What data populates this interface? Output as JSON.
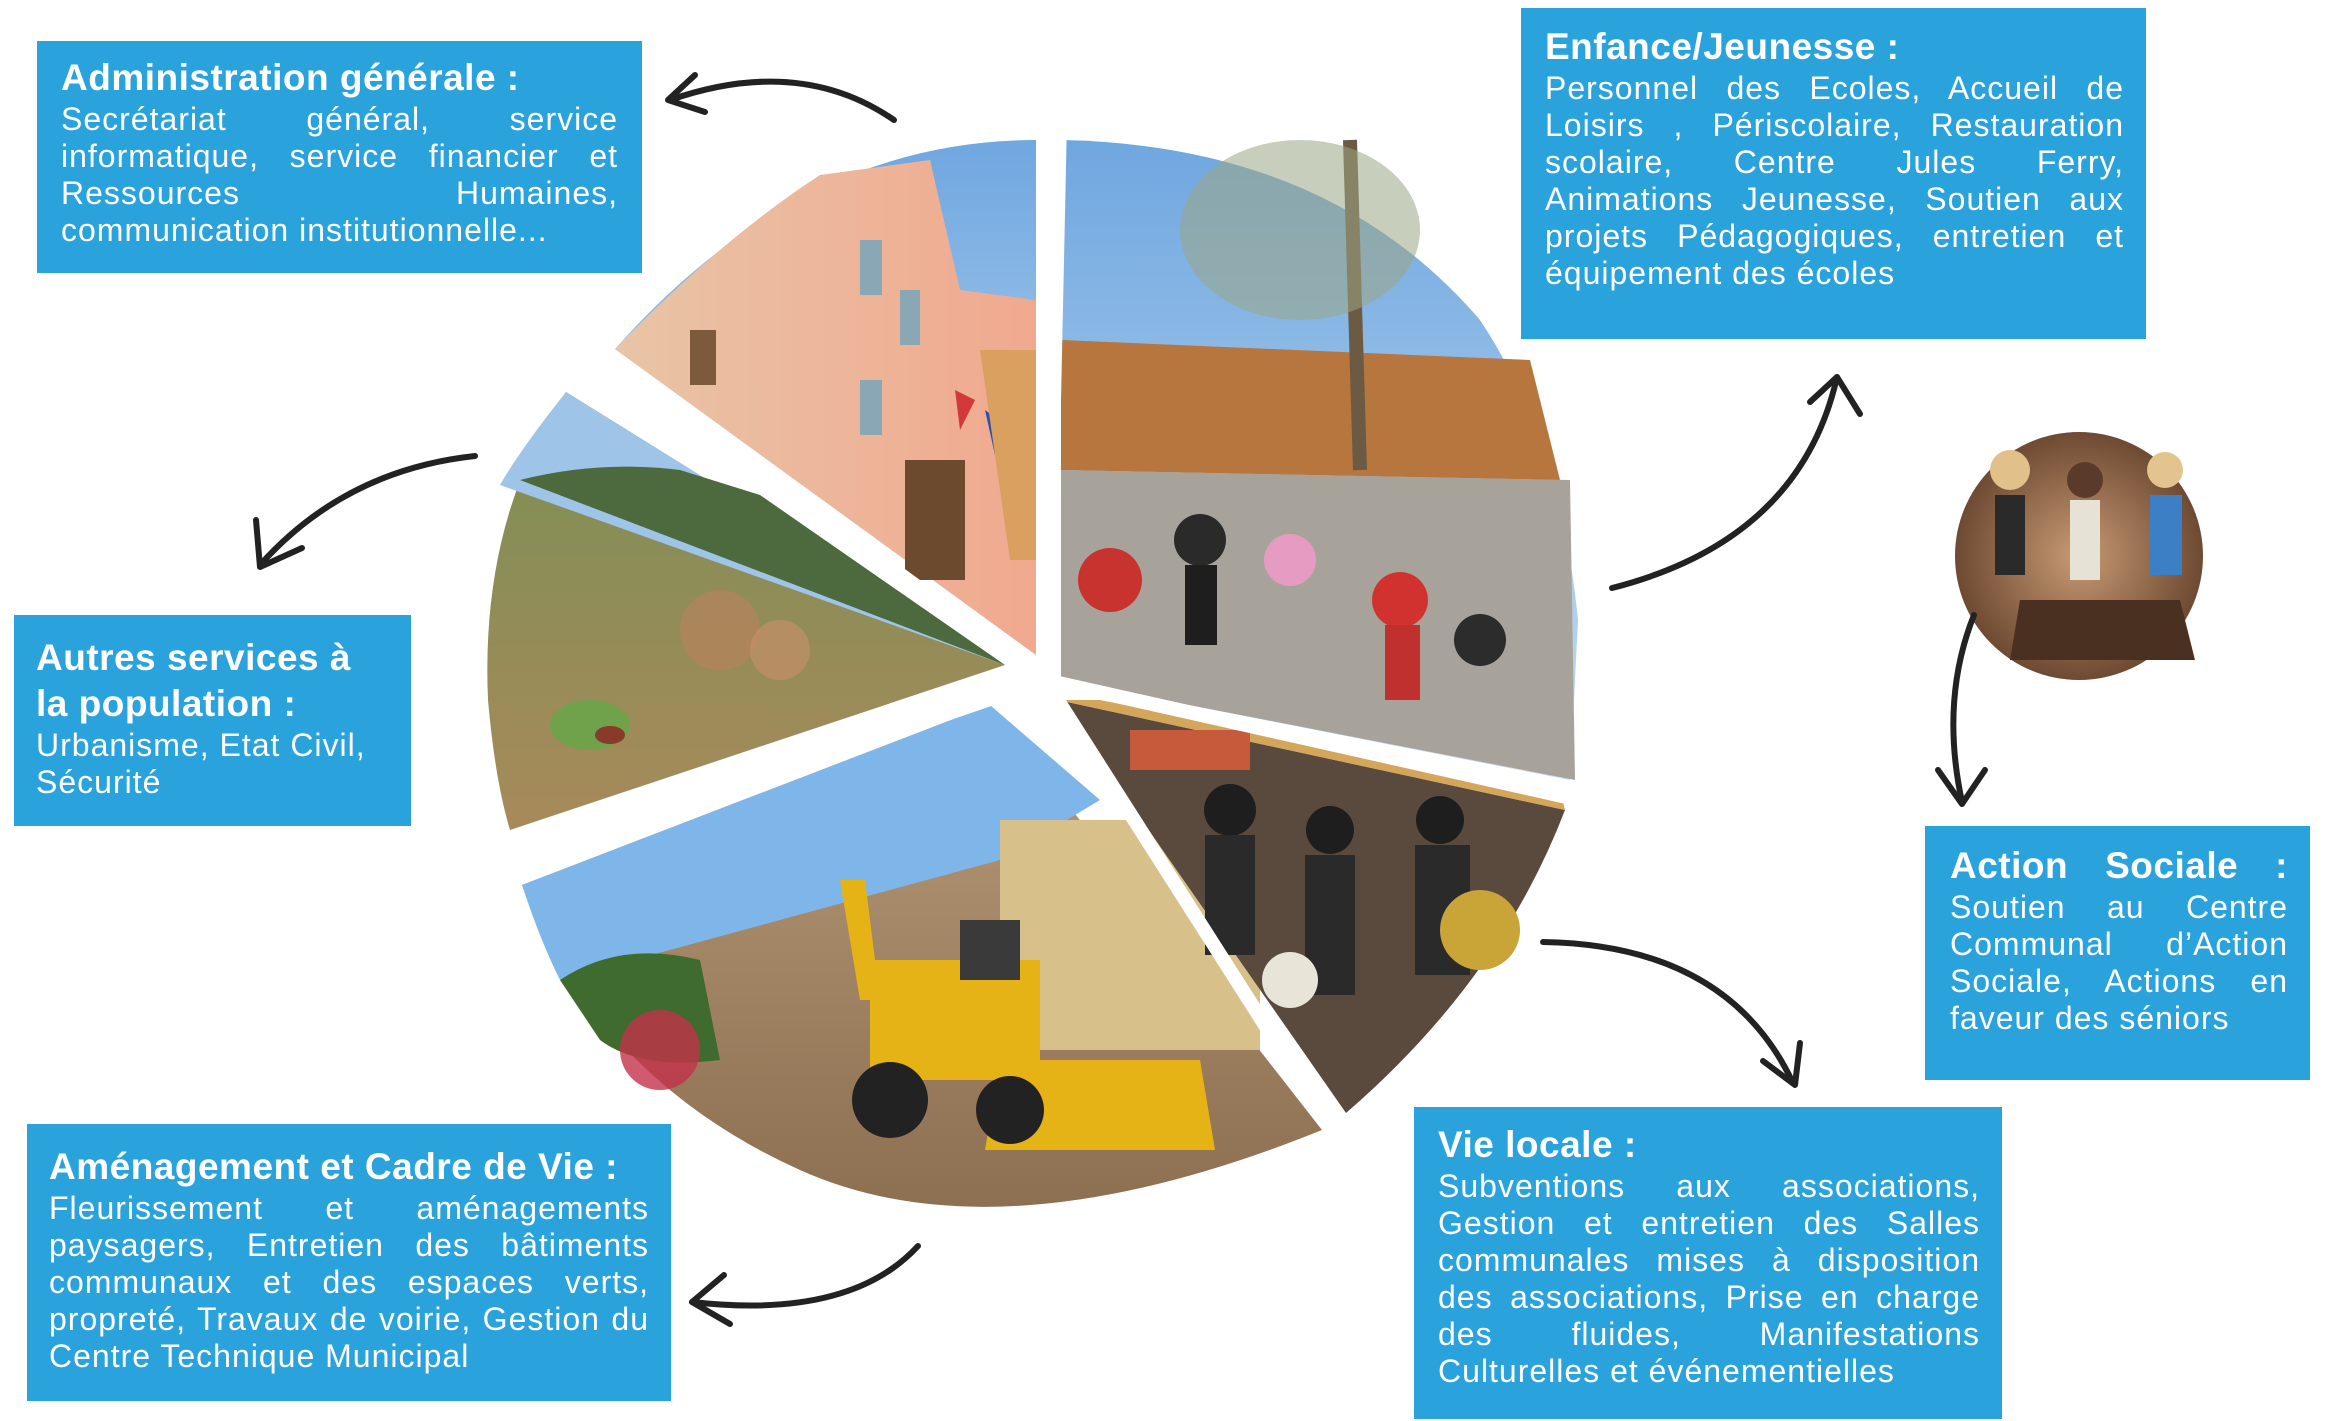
{
  "sections": {
    "admin": {
      "title": "Administration générale :",
      "text": "Secrétariat général, service informatique, service financier et Ressources Humaines, communication institutionnelle..."
    },
    "autres": {
      "title": "Autres services à la population :",
      "text": "Urbanisme, Etat Civil, Sécurité"
    },
    "amenagement": {
      "title": "Aménagement et Cadre de Vie :",
      "text": "Fleurissement et aménagements paysagers, Entretien des bâtiments communaux et des espaces verts, propreté, Travaux de voirie, Gestion du Centre Technique Municipal"
    },
    "enfance": {
      "title": "Enfance/Jeunesse :",
      "text": "Personnel des Ecoles, Accueil de Loisirs , Périscolaire, Restauration scolaire, Centre Jules Ferry, Animations Jeunesse, Soutien aux projets Pédagogiques, entretien et équipement des écoles"
    },
    "social": {
      "title": "Action Sociale :",
      "text": "Soutien au Centre Communal d’Action Sociale, Actions en faveur des séniors"
    },
    "vie": {
      "title": "Vie locale :",
      "text": "Subventions aux associations, Gestion et entretien des Salles communales mises à disposition des associations, Prise en charge des fluides, Manifestations Culturelles et événementielles"
    }
  },
  "colors": {
    "box": "#2aa3dd",
    "box_text": "#ffffff",
    "arrow": "#222222"
  }
}
